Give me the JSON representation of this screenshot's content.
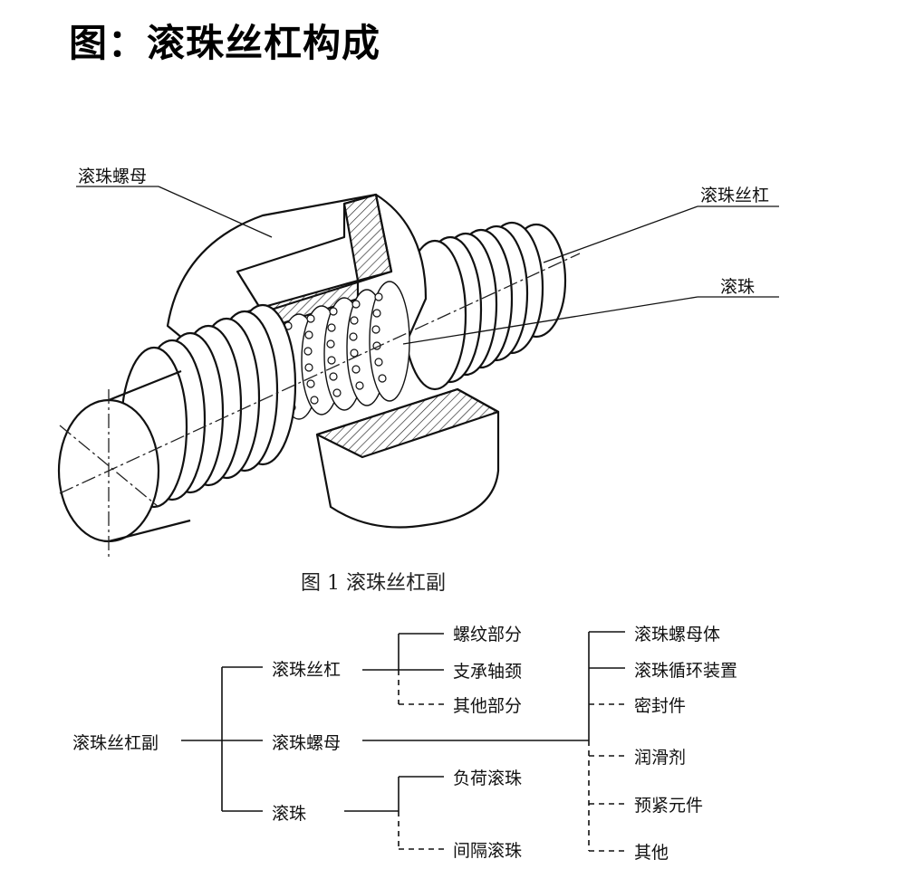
{
  "title": "图：滚珠丝杠构成",
  "figure": {
    "label_nut": "滚珠螺母",
    "label_screw": "滚珠丝杠",
    "label_ball": "滚珠",
    "caption": "图 1    滚珠丝杠副"
  },
  "tree": {
    "root": "滚珠丝杠副",
    "screw": {
      "label": "滚珠丝杠",
      "children": [
        "螺纹部分",
        "支承轴颈",
        "其他部分"
      ]
    },
    "nut": {
      "label": "滚珠螺母",
      "children": [
        "滚珠螺母体",
        "滚珠循环装置",
        "密封件",
        "润滑剂",
        "预紧元件",
        "其他"
      ]
    },
    "ball": {
      "label": "滚珠",
      "children": [
        "负荷滚珠",
        "间隔滚珠"
      ]
    }
  }
}
